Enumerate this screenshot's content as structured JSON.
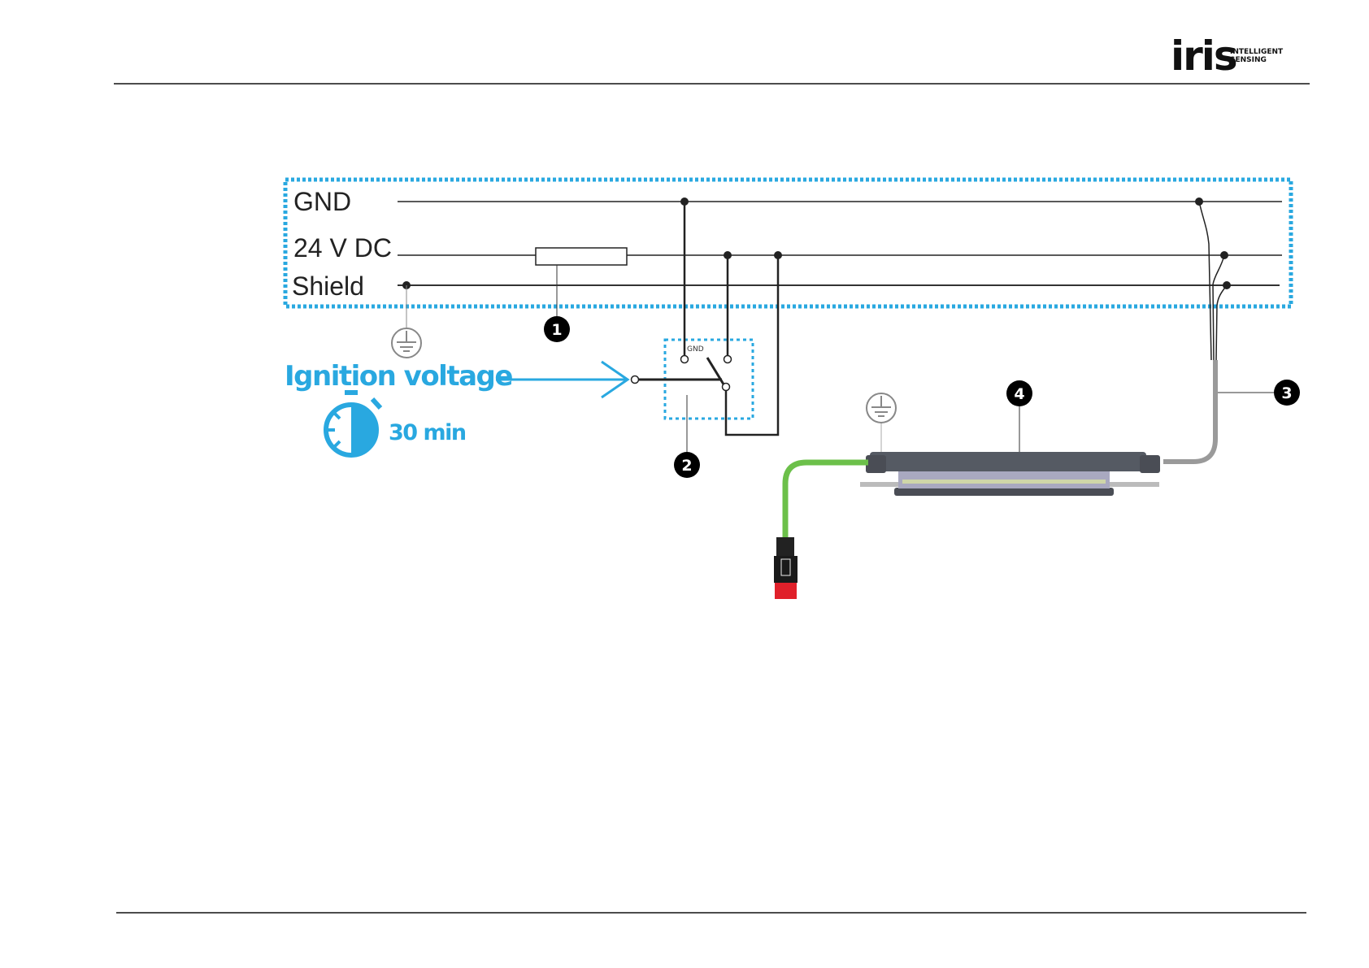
{
  "header": {
    "logo_word": "iris",
    "logo_tagline_1": "INTELLIGENT",
    "logo_tagline_2": "SENSING"
  },
  "diagram": {
    "rails": {
      "gnd": "GND",
      "vdc": "24 V DC",
      "shield": "Shield"
    },
    "switch_gnd_label": "GND",
    "ignition_label": "Ignition voltage",
    "timer_label": "30 min",
    "callouts": [
      "1",
      "2",
      "3",
      "4"
    ],
    "colors": {
      "accent": "#29a8e0",
      "cable_green": "#6cc04a",
      "cable_gray": "#9a9a9a",
      "device": "#555a63",
      "connector_red": "#e0202a"
    },
    "icons": [
      "ground-icon",
      "stopwatch-icon"
    ]
  }
}
